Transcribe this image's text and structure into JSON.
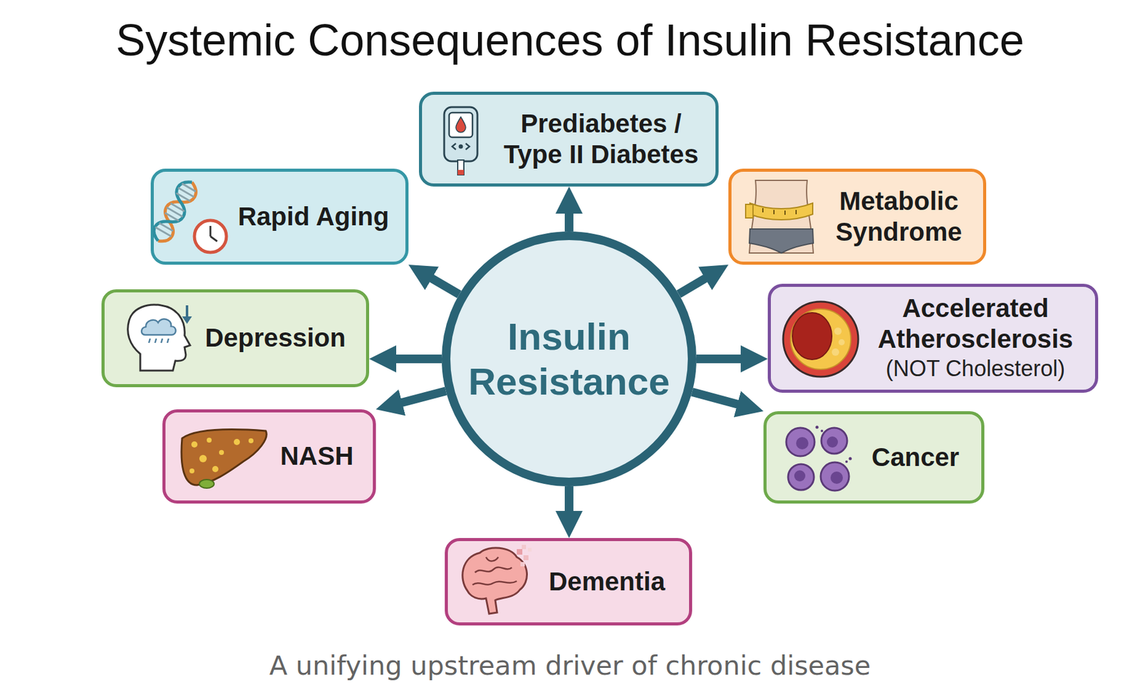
{
  "diagram": {
    "title": "Systemic Consequences of Insulin Resistance",
    "caption": "A unifying upstream driver of chronic disease",
    "nodes": [
      {
        "text": [
          "Insulin Resistance"
        ]
      },
      {
        "text": [
          "Prediabetes / Type II Diabetes"
        ]
      },
      {
        "text": [
          "Rapid Aging"
        ]
      },
      {
        "text": [
          "Metabolic Syndrome"
        ]
      },
      {
        "text": [
          "Depression"
        ]
      },
      {
        "text": [
          "Accelerated Atherosclerosis",
          "(NOT Cholesterol)"
        ]
      },
      {
        "text": [
          "NASH"
        ]
      },
      {
        "text": [
          "Cancer"
        ]
      },
      {
        "text": [
          "Dementia"
        ]
      }
    ],
    "edges": [
      {
        "from": 0,
        "to": 1,
        "arrow": "to"
      },
      {
        "from": 0,
        "to": 2,
        "arrow": "to"
      },
      {
        "from": 0,
        "to": 3,
        "arrow": "to"
      },
      {
        "from": 0,
        "to": 4,
        "arrow": "to"
      },
      {
        "from": 0,
        "to": 5,
        "arrow": "to"
      },
      {
        "from": 0,
        "to": 6,
        "arrow": "to"
      },
      {
        "from": 0,
        "to": 7,
        "arrow": "to"
      },
      {
        "from": 0,
        "to": 8,
        "arrow": "to"
      }
    ]
  }
}
